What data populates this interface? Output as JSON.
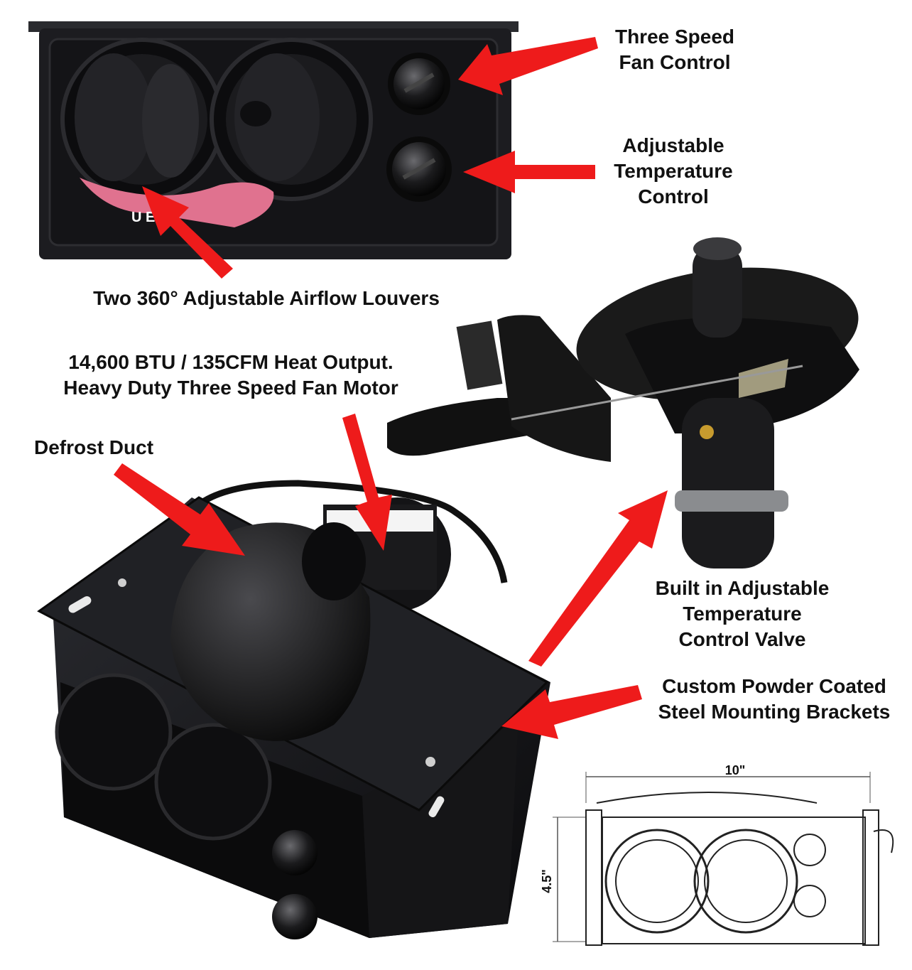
{
  "callouts": {
    "fan_control": [
      "Three Speed",
      "Fan Control"
    ],
    "temp_control": [
      "Adjustable",
      "Temperature",
      "Control"
    ],
    "louvers": "Two 360° Adjustable Airflow Louvers",
    "heat_output": [
      "14,600 BTU / 135CFM Heat Output.",
      "Heavy Duty Three Speed Fan Motor"
    ],
    "defrost": "Defrost Duct",
    "valve": [
      "Built in Adjustable",
      "Temperature",
      "Control Valve"
    ],
    "brackets": [
      "Custom Powder Coated",
      "Steel Mounting Brackets"
    ]
  },
  "drawing": {
    "width_label": "10\"",
    "height_label": "4.5\""
  },
  "front_panel": {
    "brand_text": "U    EAT"
  },
  "colors": {
    "arrow": "#ee1b1b",
    "body": "#1a1a1c",
    "accent_pink": "#e0728f"
  }
}
